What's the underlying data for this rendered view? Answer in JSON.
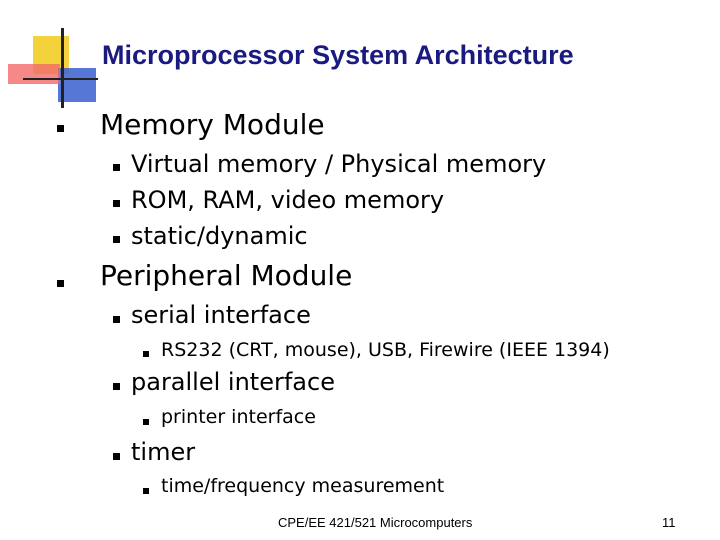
{
  "slide": {
    "title": "Microprocessor System Architecture",
    "items": [
      {
        "label": "Memory Module",
        "children": [
          {
            "label": "Virtual memory / Physical memory"
          },
          {
            "label": "ROM, RAM, video memory"
          },
          {
            "label": "static/dynamic"
          }
        ]
      },
      {
        "label": "Peripheral Module",
        "children": [
          {
            "label": "serial interface",
            "children": [
              {
                "label": "RS232 (CRT, mouse), USB, Firewire (IEEE 1394)"
              }
            ]
          },
          {
            "label": "parallel interface",
            "children": [
              {
                "label": "printer interface"
              }
            ]
          },
          {
            "label": "timer",
            "children": [
              {
                "label": "time/frequency measurement"
              }
            ]
          }
        ]
      }
    ],
    "footer_text": "CPE/EE 421/521 Microcomputers",
    "page_number": "11"
  },
  "colors": {
    "title": "#1a1a80",
    "deco_yellow": "#f4d23c",
    "deco_blue": "#3a5fd0",
    "deco_red": "#f26a6a"
  }
}
